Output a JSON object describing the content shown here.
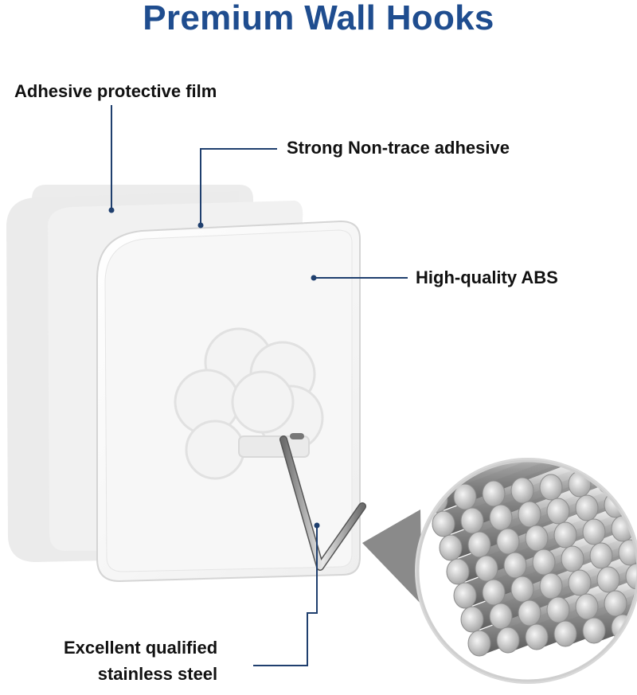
{
  "title": "Premium Wall Hooks",
  "labels": {
    "protective_film": "Adhesive protective film",
    "adhesive": "Strong Non-trace adhesive",
    "abs": "High-quality ABS",
    "steel_line1": "Excellent qualified",
    "steel_line2": "stainless steel"
  },
  "colors": {
    "title": "#1f4d8f",
    "callout_line": "#1f3f6e",
    "text": "#111111"
  }
}
